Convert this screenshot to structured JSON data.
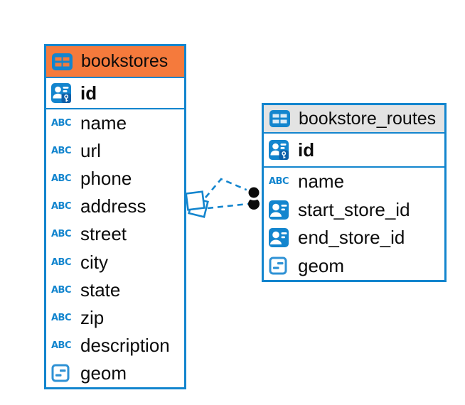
{
  "diagram": {
    "type": "entity-relationship",
    "colors": {
      "accent_blue": "#1385CE",
      "selected_header_orange": "#F57A3C",
      "header_gray": "#E3E3E3",
      "text": "#0b0b0b",
      "relation_dot": "#0b0b0b"
    },
    "icons": {
      "text_type_label": "ABC"
    },
    "connector": {
      "style": "dashed",
      "color": "#1385CE",
      "description": "two dashed relationship lines joining bookstore_routes to bookstores, black dot endpoints at bookstore_routes edge, stacked-squares marker at bookstores edge"
    },
    "tables": [
      {
        "name": "bookstores",
        "header_color": "#F57A3C",
        "columns": [
          {
            "name": "id",
            "type": "primary-key"
          },
          {
            "name": "name",
            "type": "text"
          },
          {
            "name": "url",
            "type": "text"
          },
          {
            "name": "phone",
            "type": "text"
          },
          {
            "name": "address",
            "type": "text"
          },
          {
            "name": "street",
            "type": "text"
          },
          {
            "name": "city",
            "type": "text"
          },
          {
            "name": "state",
            "type": "text"
          },
          {
            "name": "zip",
            "type": "text"
          },
          {
            "name": "description",
            "type": "text"
          },
          {
            "name": "geom",
            "type": "geometry"
          }
        ]
      },
      {
        "name": "bookstore_routes",
        "header_color": "#E3E3E3",
        "columns": [
          {
            "name": "id",
            "type": "primary-key"
          },
          {
            "name": "name",
            "type": "text"
          },
          {
            "name": "start_store_id",
            "type": "reference"
          },
          {
            "name": "end_store_id",
            "type": "reference"
          },
          {
            "name": "geom",
            "type": "geometry"
          }
        ]
      }
    ]
  }
}
